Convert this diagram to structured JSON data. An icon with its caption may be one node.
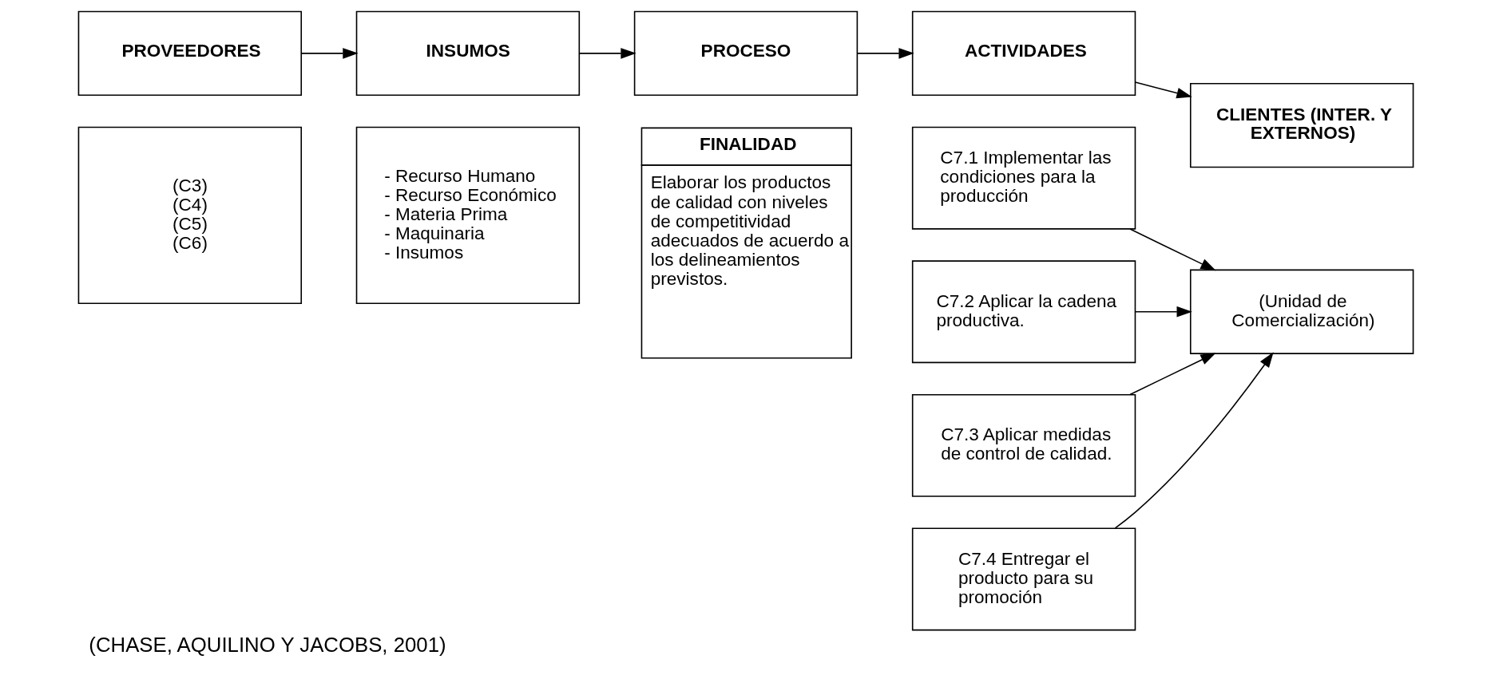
{
  "diagram": {
    "caption": "(CHASE, AQUILINO Y JACOBS, 2001)",
    "nodes": [
      {
        "text": [
          "PROVEEDORES"
        ]
      },
      {
        "text": [
          "INSUMOS"
        ]
      },
      {
        "text": [
          "PROCESO"
        ]
      },
      {
        "text": [
          "ACTIVIDADES"
        ]
      },
      {
        "text": [
          "CLIENTES (INTER. Y EXTERNOS)"
        ]
      },
      {
        "text": [
          "(C3)",
          "(C4)",
          "(C5)",
          "(C6)"
        ]
      },
      {
        "text": [
          "- Recurso Humano",
          "- Recurso Económico",
          "- Materia Prima",
          "- Maquinaria",
          "- Insumos"
        ]
      },
      {
        "text": [
          "FINALIDAD",
          "Elaborar los productos de calidad con niveles de competitividad adecuados de acuerdo a los delineamientos previstos."
        ]
      },
      {
        "text": [
          "C7.1 Implementar las condiciones para la producción"
        ]
      },
      {
        "text": [
          "C7.2 Aplicar la cadena productiva."
        ]
      },
      {
        "text": [
          "C7.3 Aplicar medidas de control de calidad."
        ]
      },
      {
        "text": [
          "C7.4 Entregar el producto para su promoción"
        ]
      },
      {
        "text": [
          "(Unidad de Comercialización)"
        ]
      }
    ],
    "edges": [
      {
        "from": 0,
        "to": 1,
        "arrow": "to"
      },
      {
        "from": 1,
        "to": 2,
        "arrow": "to"
      },
      {
        "from": 2,
        "to": 3,
        "arrow": "to"
      },
      {
        "from": 3,
        "to": 4,
        "arrow": "to"
      },
      {
        "from": 8,
        "to": 12,
        "arrow": "to"
      },
      {
        "from": 9,
        "to": 12,
        "arrow": "to"
      },
      {
        "from": 10,
        "to": 12,
        "arrow": "to"
      },
      {
        "from": 11,
        "to": 12,
        "arrow": "to"
      }
    ]
  }
}
